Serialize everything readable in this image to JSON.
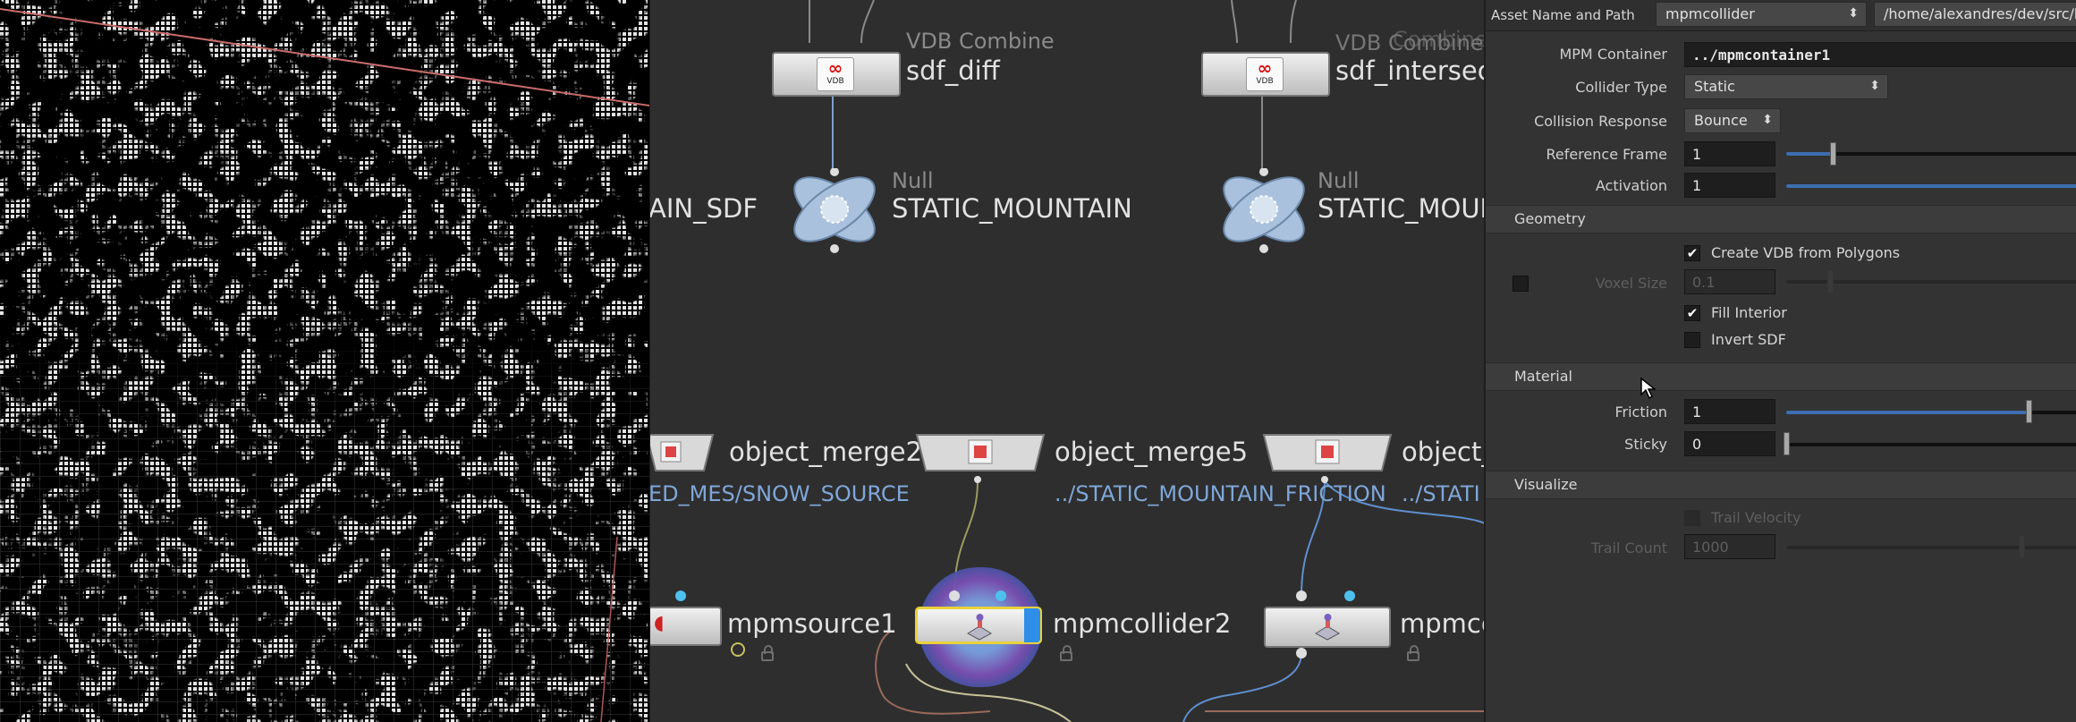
{
  "network": {
    "nodes": {
      "sdf_diff": {
        "type": "VDB Combine",
        "name": "sdf_diff"
      },
      "sdf_intersect": {
        "type": "VDB Combine",
        "ghost_type": "Combine",
        "name": "sdf_intersect"
      },
      "null1": {
        "type": "Null",
        "name": "STATIC_MOUNTAIN"
      },
      "null2": {
        "type": "Null",
        "name": "STATIC_MOUN"
      },
      "left_partial": {
        "name": "AIN_SDF"
      },
      "object_merge2": {
        "name": "object_merge2",
        "path": "ED_MES/SNOW_SOURCE"
      },
      "object_merge5": {
        "name": "object_merge5",
        "path": "../STATIC_MOUNTAIN_FRICTION"
      },
      "object_partial": {
        "name": "object_",
        "path": "../STATI"
      },
      "mpmsource1": {
        "name": "mpmsource1"
      },
      "mpmcollider2": {
        "name": "mpmcollider2"
      },
      "mpmcc": {
        "name": "mpmcc"
      }
    },
    "badges": {
      "vdb": "VDB"
    }
  },
  "params": {
    "asset_label": "Asset Name and Path",
    "asset_name": "mpmcollider",
    "asset_path": "/home/alexandres/dev/src/h",
    "mpm_container": {
      "label": "MPM Container",
      "value": "../mpmcontainer1"
    },
    "collider_type": {
      "label": "Collider Type",
      "value": "Static"
    },
    "collision_response": {
      "label": "Collision Response",
      "value": "Bounce"
    },
    "reference_frame": {
      "label": "Reference Frame",
      "value": "1",
      "level": 0.16
    },
    "activation": {
      "label": "Activation",
      "value": "1",
      "level": 1.0
    },
    "sections": {
      "geometry": "Geometry",
      "material": "Material",
      "visualize": "Visualize"
    },
    "create_vdb": {
      "label": "Create VDB from Polygons",
      "checked": true
    },
    "voxel_size": {
      "label": "Voxel Size",
      "value": "0.1"
    },
    "fill_interior": {
      "label": "Fill Interior",
      "checked": true
    },
    "invert_sdf": {
      "label": "Invert SDF",
      "checked": false
    },
    "friction": {
      "label": "Friction",
      "value": "1",
      "level": 0.83
    },
    "sticky": {
      "label": "Sticky",
      "value": "0",
      "level": 0.0
    },
    "trail_velocity": {
      "label": "Trail Velocity",
      "checked": false
    },
    "trail_count": {
      "label": "Trail Count",
      "value": "1000"
    }
  },
  "colors": {
    "wire": "#8a8a8a",
    "selected_outline": "#e8d23a",
    "display_flag": "#2f8fe8",
    "path_text": "#7fa7d9",
    "slider_fill": "#3d6eb0"
  }
}
